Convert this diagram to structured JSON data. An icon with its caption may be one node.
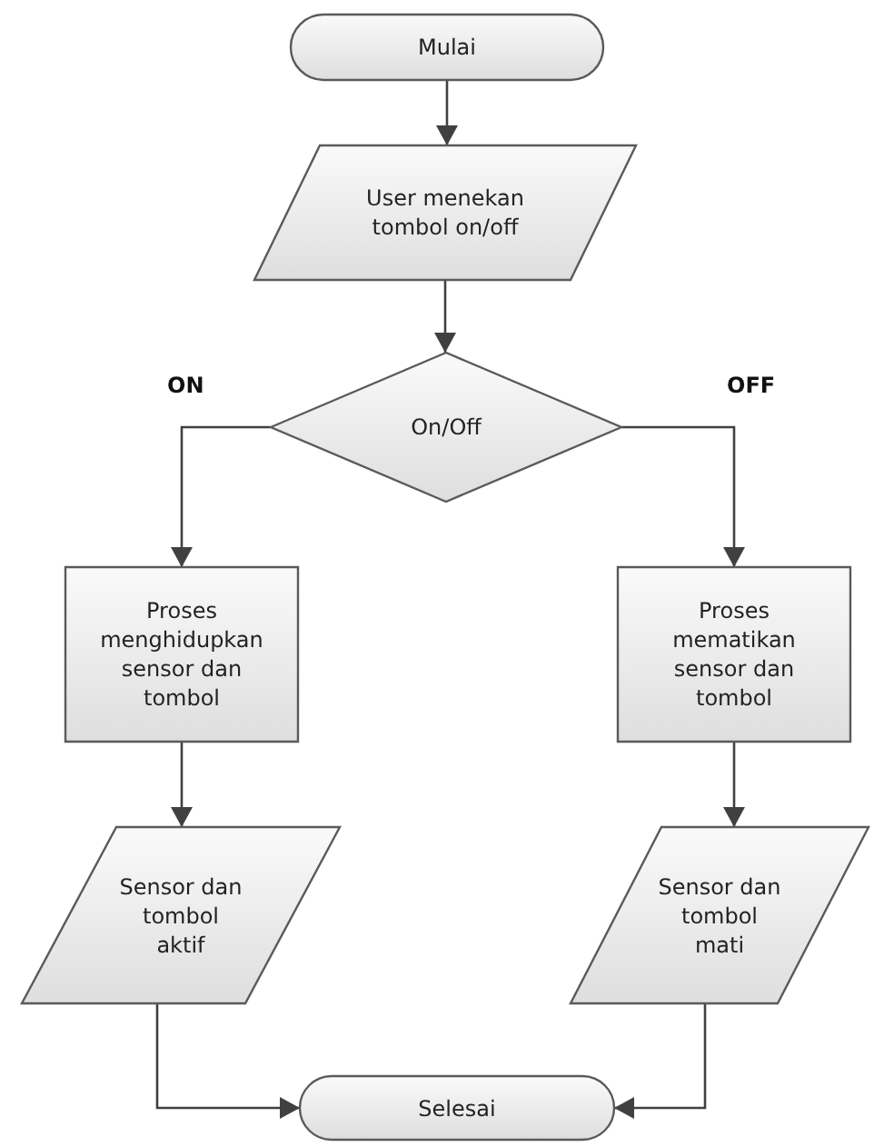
{
  "diagram": {
    "nodes": [
      {
        "text": [
          "Mulai"
        ]
      },
      {
        "text": [
          "User menekan tombol on/off"
        ]
      },
      {
        "text": [
          "On/Off"
        ]
      },
      {
        "text": [
          "Proses menghidupkan sensor dan tombol"
        ]
      },
      {
        "text": [
          "Proses mematikan sensor dan tombol"
        ]
      },
      {
        "text": [
          "Sensor dan tombol aktif"
        ]
      },
      {
        "text": [
          "Sensor dan tombol mati"
        ]
      },
      {
        "text": [
          "Selesai"
        ]
      }
    ],
    "edges": [
      {
        "from": 0,
        "to": 1,
        "arrow": "to"
      },
      {
        "from": 1,
        "to": 2,
        "arrow": "to"
      },
      {
        "from": 2,
        "to": 3,
        "arrow": "to",
        "label": "ON"
      },
      {
        "from": 2,
        "to": 4,
        "arrow": "to",
        "label": "OFF"
      },
      {
        "from": 3,
        "to": 5,
        "arrow": "to"
      },
      {
        "from": 4,
        "to": 6,
        "arrow": "to"
      },
      {
        "from": 5,
        "to": 7,
        "arrow": "to"
      },
      {
        "from": 6,
        "to": 7,
        "arrow": "to"
      }
    ]
  }
}
